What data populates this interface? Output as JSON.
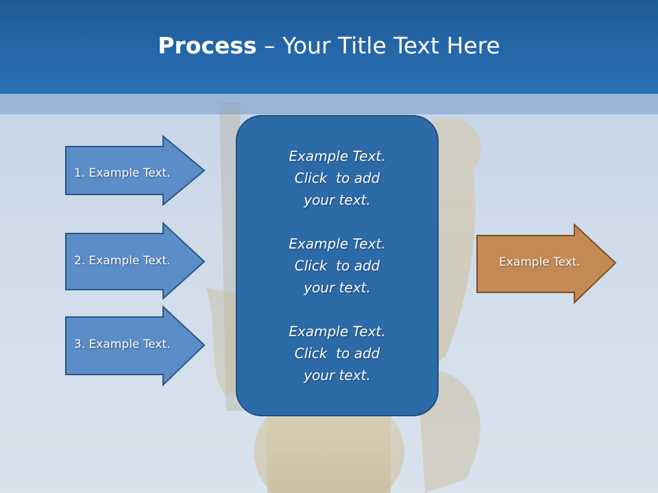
{
  "title": {
    "bold": "Process",
    "separator": " – ",
    "rest": "Your Title Text Here"
  },
  "left_arrows": [
    {
      "label": "1. Example Text."
    },
    {
      "label": "2. Example Text."
    },
    {
      "label": "3. Example Text."
    }
  ],
  "center": {
    "blocks": [
      {
        "lines": [
          "Example Text.",
          "Click  to add",
          "your text."
        ]
      },
      {
        "lines": [
          "Example Text.",
          "Click  to add",
          "your text."
        ]
      },
      {
        "lines": [
          "Example Text.",
          "Click  to add",
          "your text."
        ]
      }
    ]
  },
  "right_arrow": {
    "label": "Example Text."
  },
  "colors": {
    "title_bar": "#2a72b8",
    "left_arrow_fill": "#5b8ec8",
    "left_arrow_stroke": "#2a5485",
    "center_fill": "#2d6aa8",
    "right_arrow_fill": "#c48a55",
    "right_arrow_stroke": "#7a4e22"
  }
}
